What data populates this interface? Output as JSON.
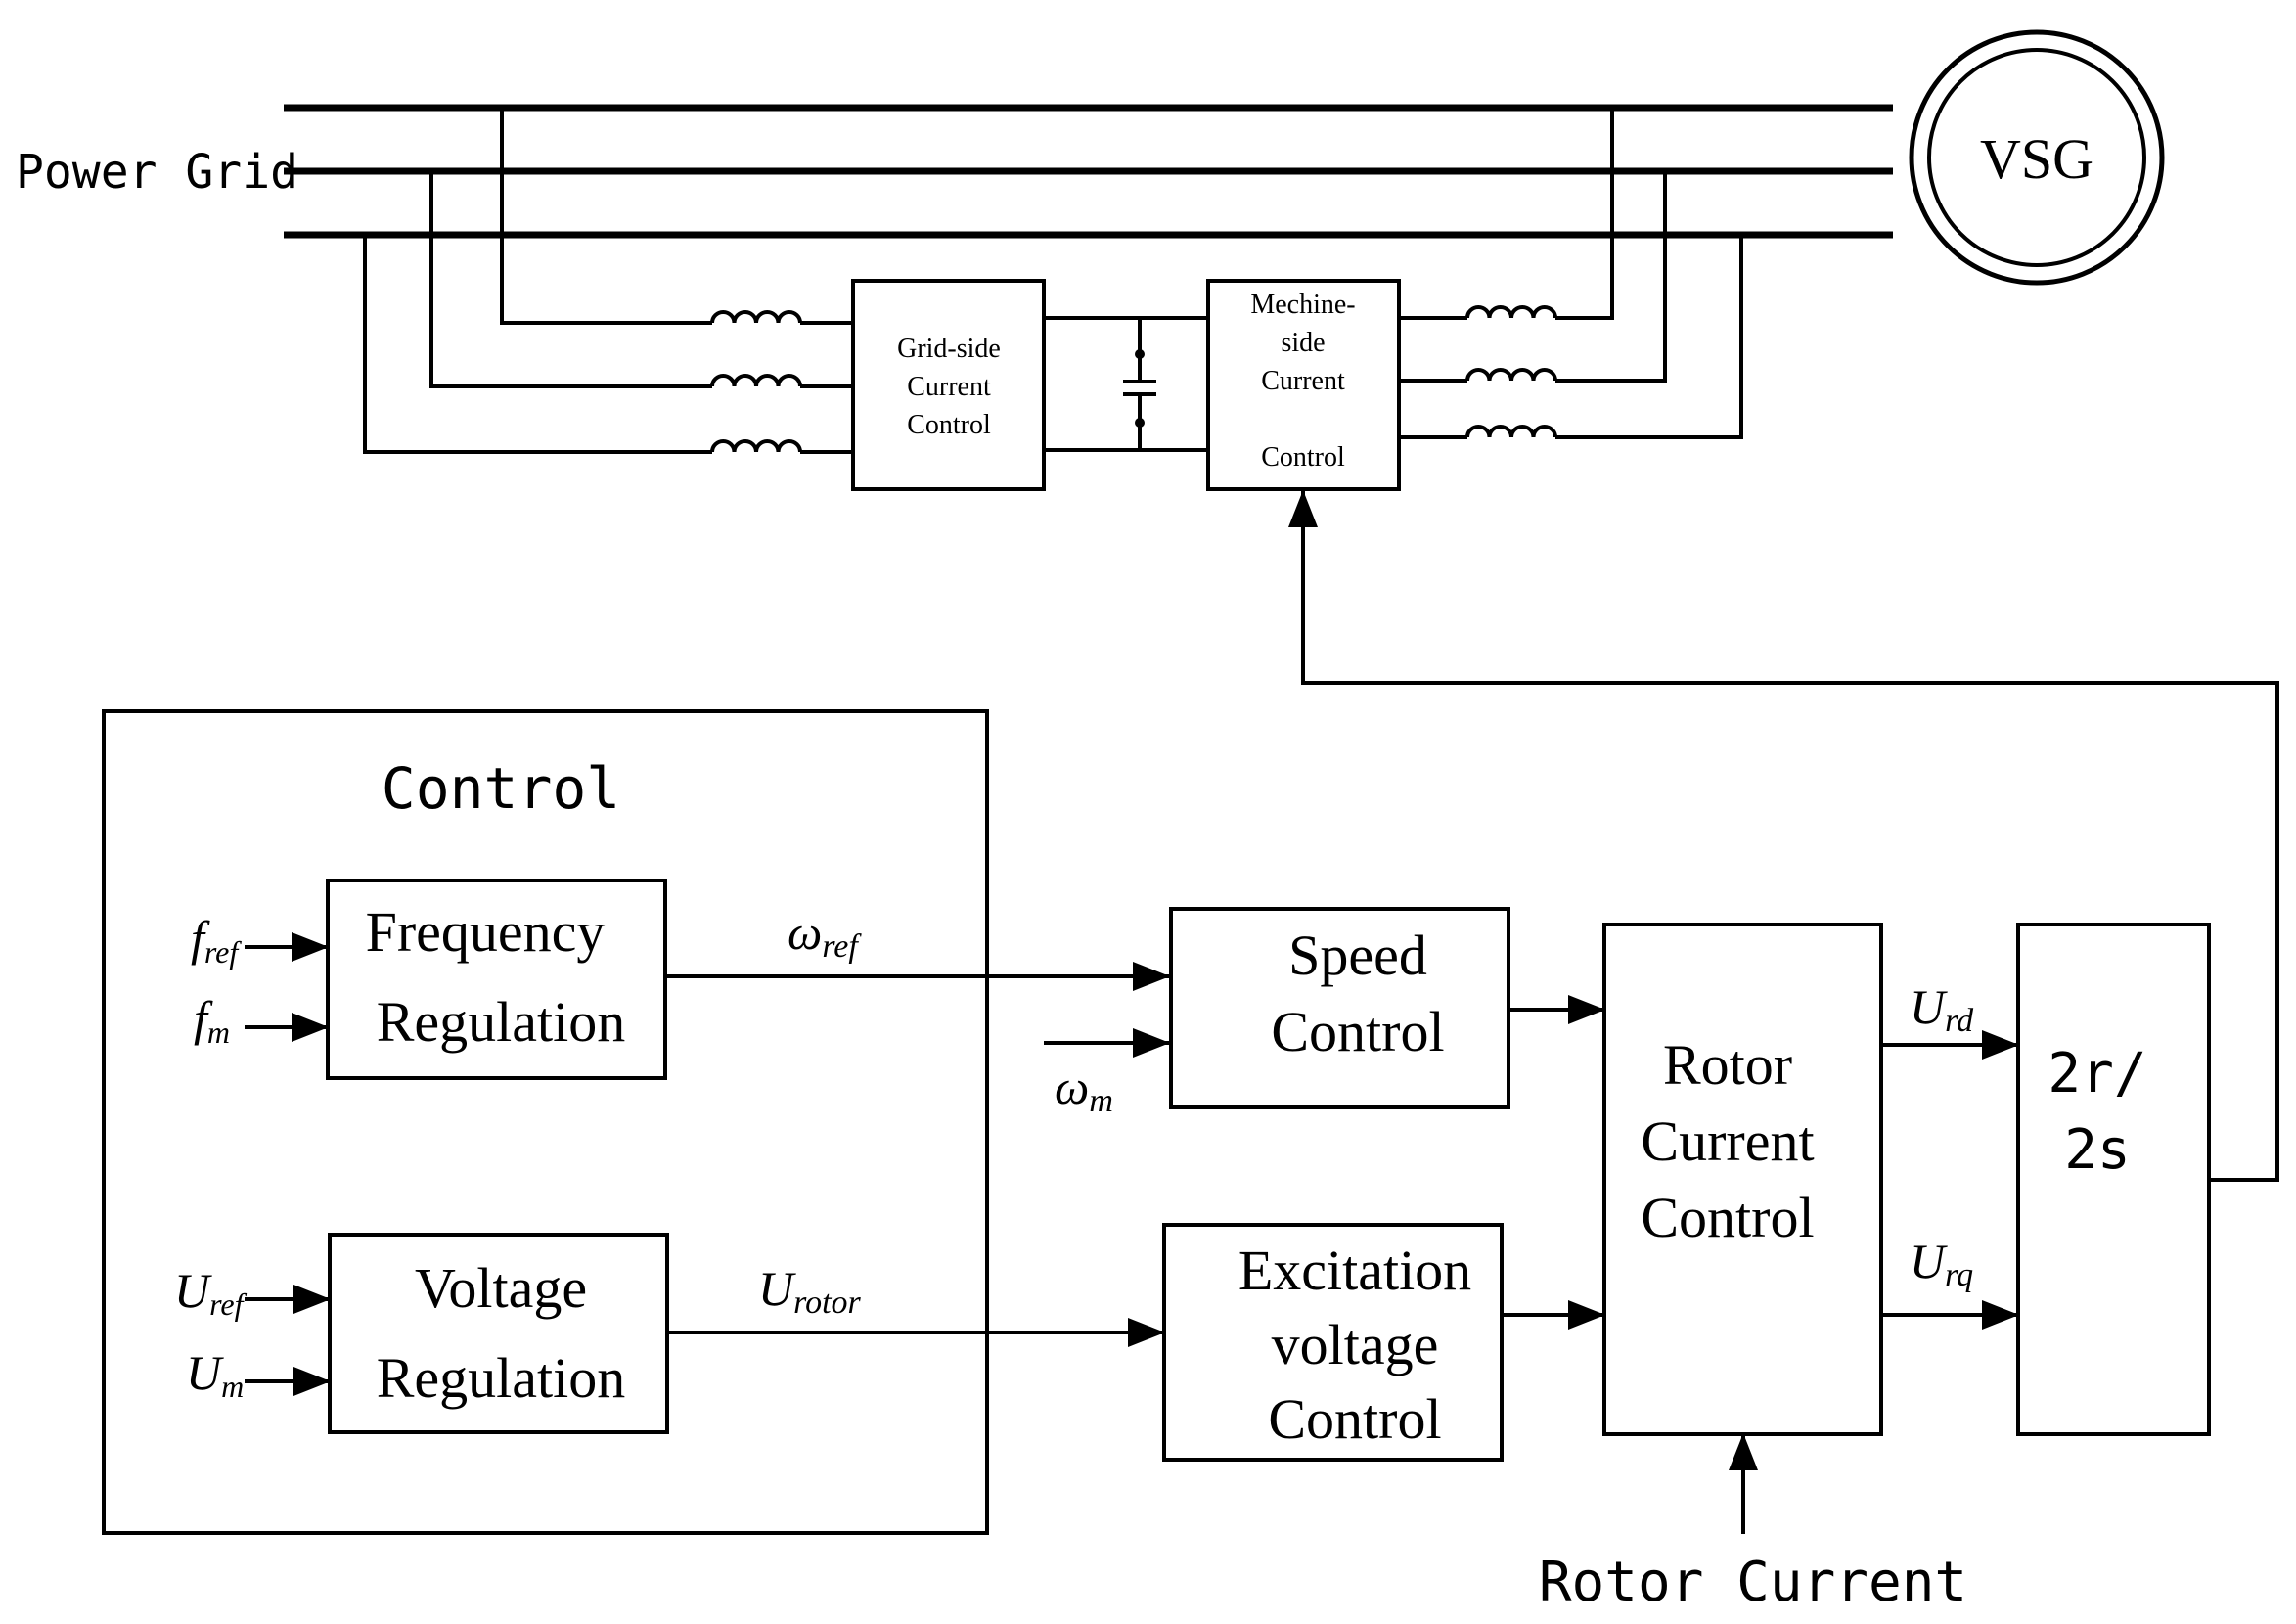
{
  "grid": {
    "label": "Power Grid"
  },
  "vsg": {
    "label": "VSG"
  },
  "converters": {
    "grid_side": {
      "line1": "Grid-side",
      "line2": "Current",
      "line3": "Control"
    },
    "machine_side": {
      "line1": "Mechine-",
      "line2": "side",
      "line3": "Current",
      "line4": "Control"
    }
  },
  "control_group": {
    "title": "Control"
  },
  "blocks": {
    "frequency": {
      "line1": "Frequency",
      "line2": "Regulation"
    },
    "voltage": {
      "line1": "Voltage",
      "line2": "Regulation"
    },
    "speed": {
      "line1": "Speed",
      "line2": "Control"
    },
    "excitation": {
      "line1": "Excitation",
      "line2": "voltage",
      "line3": "Control"
    },
    "rotor_current": {
      "line1": "Rotor",
      "line2": "Current",
      "line3": "Control"
    },
    "transform": {
      "line1": "2r/",
      "line2": "2s"
    }
  },
  "signals": {
    "f_ref": {
      "main": "f",
      "sub": "ref"
    },
    "f_m": {
      "main": "f",
      "sub": "m"
    },
    "u_ref": {
      "main": "U",
      "sub": "ref"
    },
    "u_m": {
      "main": "U",
      "sub": "m"
    },
    "omega_ref": {
      "main": "ω",
      "sub": "ref"
    },
    "omega_m": {
      "main": "ω",
      "sub": "m"
    },
    "u_rotor": {
      "main": "U",
      "sub": "rotor"
    },
    "u_rd": {
      "main": "U",
      "sub": "rd"
    },
    "u_rq": {
      "main": "U",
      "sub": "rq"
    },
    "rotor_current_input": "Rotor Current"
  }
}
